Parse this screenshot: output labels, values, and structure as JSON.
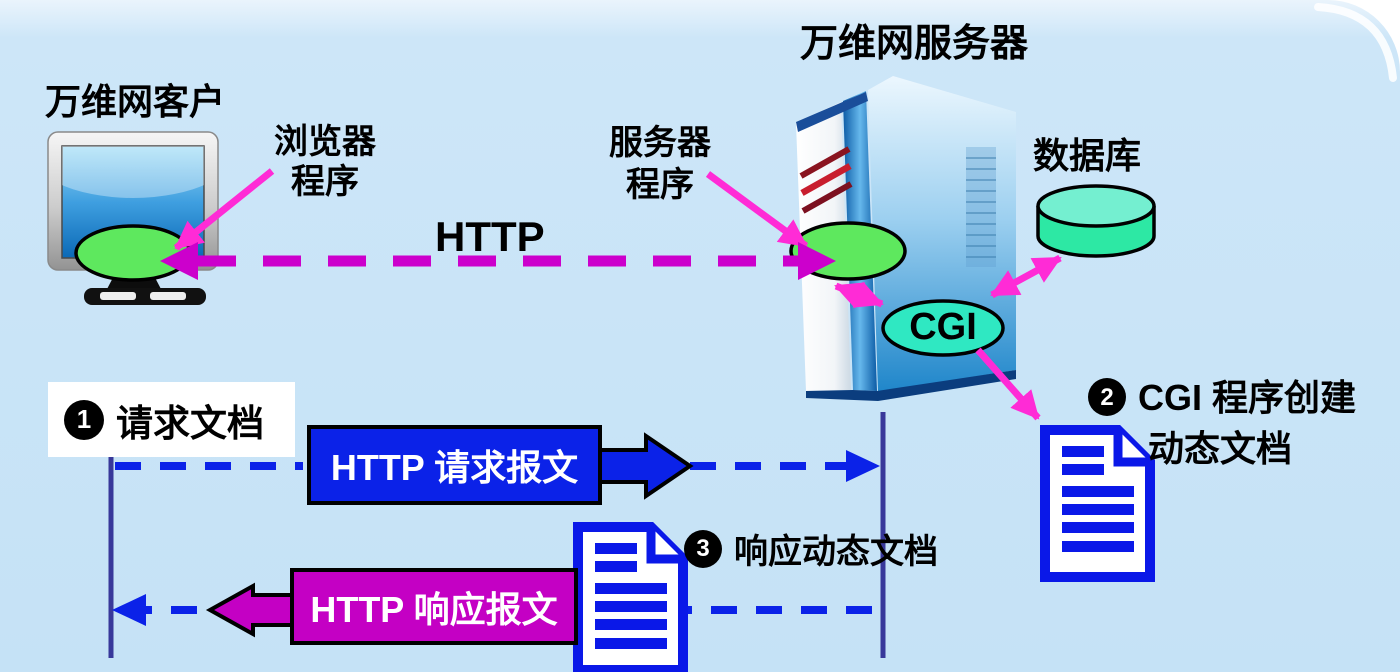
{
  "palette": {
    "background": "#c5e2f6",
    "http_dash_magenta": "#cc00cc",
    "pointer_arrow_pink": "#ff2bd6",
    "message_blue": "#0b22e8",
    "document_blue": "#0a18e8",
    "lifeline_navy": "#38389a",
    "process_green": "#5ee85e",
    "cgi_teal": "#2fe8c2",
    "database_green": "#2de8a4",
    "response_magenta": "#c400c4"
  },
  "client": {
    "title": "万维网客户",
    "program_label": [
      "浏览器",
      "程序"
    ]
  },
  "server": {
    "title": "万维网服务器",
    "program_label": [
      "服务器",
      "程序"
    ]
  },
  "database": {
    "label": "数据库"
  },
  "cgi": {
    "label": "CGI"
  },
  "http_protocol_label": "HTTP",
  "messages": {
    "request": "HTTP 请求报文",
    "response": "HTTP 响应报文"
  },
  "steps": {
    "one": {
      "badge": "1",
      "text": "请求文档"
    },
    "two": {
      "badge": "2",
      "line1": "CGI 程序创建",
      "line2": "动态文档"
    },
    "three": {
      "badge": "3",
      "text": "响应动态文档"
    }
  }
}
